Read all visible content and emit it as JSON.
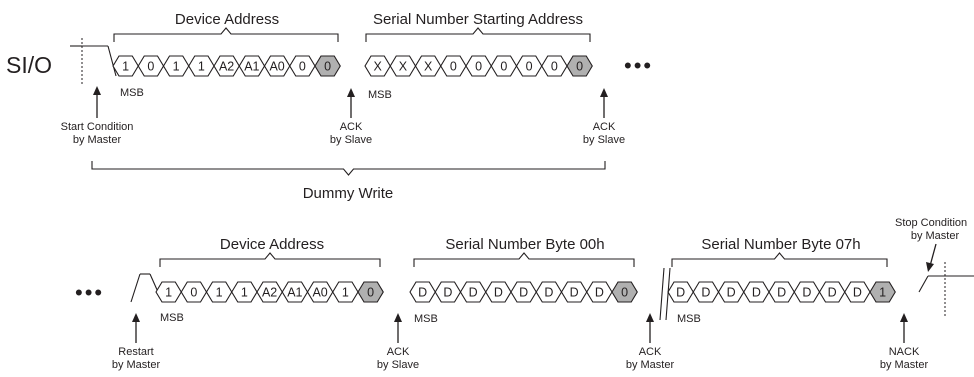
{
  "colors": {
    "line": "#231f20",
    "ack_fill": "#b0b0b0",
    "ack_text": "#e8231b"
  },
  "signal_label": "SI/O",
  "row1": {
    "groups": [
      {
        "label": "Device Address",
        "bits": [
          "1",
          "0",
          "1",
          "1",
          "A2",
          "A1",
          "A0",
          "0"
        ],
        "ack": "0"
      },
      {
        "label": "Serial Number Starting Address",
        "bits": [
          "X",
          "X",
          "X",
          "0",
          "0",
          "0",
          "0",
          "0"
        ],
        "ack": "0"
      }
    ],
    "msb_labels": [
      "MSB",
      "MSB"
    ],
    "annotations": [
      {
        "line1": "Start Condition",
        "line2": "by Master"
      },
      {
        "line1": "ACK",
        "line2": "by Slave"
      },
      {
        "line1": "ACK",
        "line2": "by Slave"
      }
    ],
    "bottom_brace_label": "Dummy Write",
    "continuation": "•••"
  },
  "row2": {
    "lead": "•••",
    "groups": [
      {
        "label": "Device Address",
        "bits": [
          "1",
          "0",
          "1",
          "1",
          "A2",
          "A1",
          "A0",
          "1"
        ],
        "ack": "0"
      },
      {
        "label": "Serial Number Byte 00h",
        "bits": [
          "D",
          "D",
          "D",
          "D",
          "D",
          "D",
          "D",
          "D"
        ],
        "ack": "0"
      },
      {
        "label": "Serial Number Byte 07h",
        "bits": [
          "D",
          "D",
          "D",
          "D",
          "D",
          "D",
          "D",
          "D"
        ],
        "ack": "1"
      }
    ],
    "msb_labels": [
      "MSB",
      "MSB",
      "MSB"
    ],
    "annotations": [
      {
        "line1": "Restart",
        "line2": "by Master"
      },
      {
        "line1": "ACK",
        "line2": "by Slave"
      },
      {
        "line1": "ACK",
        "line2": "by Master"
      },
      {
        "line1": "NACK",
        "line2": "by Master"
      }
    ],
    "stop": {
      "line1": "Stop Condition",
      "line2": "by Master"
    }
  }
}
